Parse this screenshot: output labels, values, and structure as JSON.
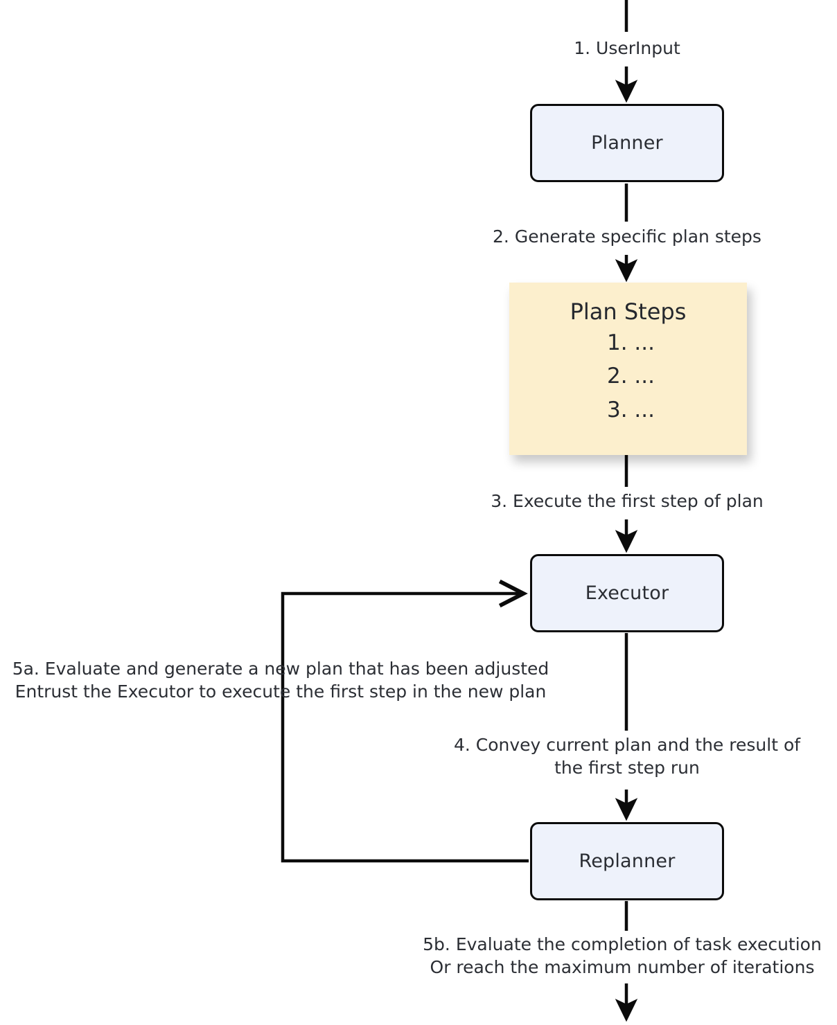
{
  "diagram": {
    "title": "Plan-and-Execute agent flow",
    "colors": {
      "node_fill": "#eef2fb",
      "node_border": "#0b0b0b",
      "note_fill": "#fcefcd",
      "text": "#2b2e34",
      "edge": "#0b0b0b",
      "background": "#ffffff"
    },
    "nodes": [
      {
        "id": "planner",
        "label": "Planner"
      },
      {
        "id": "executor",
        "label": "Executor"
      },
      {
        "id": "replanner",
        "label": "Replanner"
      }
    ],
    "note": {
      "title": "Plan Steps",
      "items": [
        "1. ...",
        "2. ...",
        "3. ..."
      ]
    },
    "edge_labels": {
      "user_input": "1. UserInput",
      "generate_plan": "2. Generate specific plan steps",
      "execute_first_step": "3. Execute the first step of plan",
      "convey_result": "4. Convey current plan and the result of\nthe first step run",
      "replan_loop": "5a. Evaluate and generate a new plan that has been adjusted\nEntrust the Executor to execute the first step in the new plan",
      "finish": "5b. Evaluate the completion of task execution\nOr reach the maximum number of iterations"
    }
  }
}
